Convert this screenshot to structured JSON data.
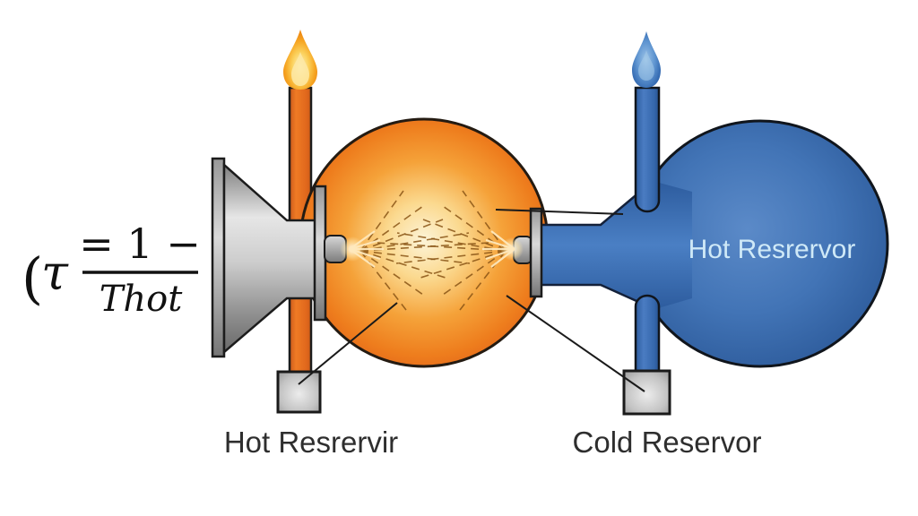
{
  "figure": {
    "type": "physics-diagram",
    "subject": "Heat engine with hot and cold reservoirs"
  },
  "formula": {
    "open_paren": "(",
    "symbol": "τ",
    "numerator": "= 1 −",
    "denominator": "Thot"
  },
  "labels": {
    "flask_label": "Hot Resrervor",
    "left_reservoir": "Hot Resrervir",
    "right_reservoir": "Cold Reservor"
  },
  "icons": {
    "flame": "hot-flame-icon",
    "droplet": "cold-droplet-icon",
    "funnel": "funnel-horn",
    "valve_boxes": "valve-box"
  },
  "colors": {
    "background": "#ffffff",
    "sphere_orange": "#ee7d1d",
    "sphere_core": "#fdf4d8",
    "flask_blue": "#3d6fb2",
    "pipe_orange": "#e2681f",
    "pipe_blue": "#3b6db4",
    "metal_gray": "#b5b5b5",
    "outline": "#1c1c1c",
    "spray_dash": "#8a5516",
    "flask_text": "#cfe9f7",
    "label_text": "#2e2e2e"
  }
}
